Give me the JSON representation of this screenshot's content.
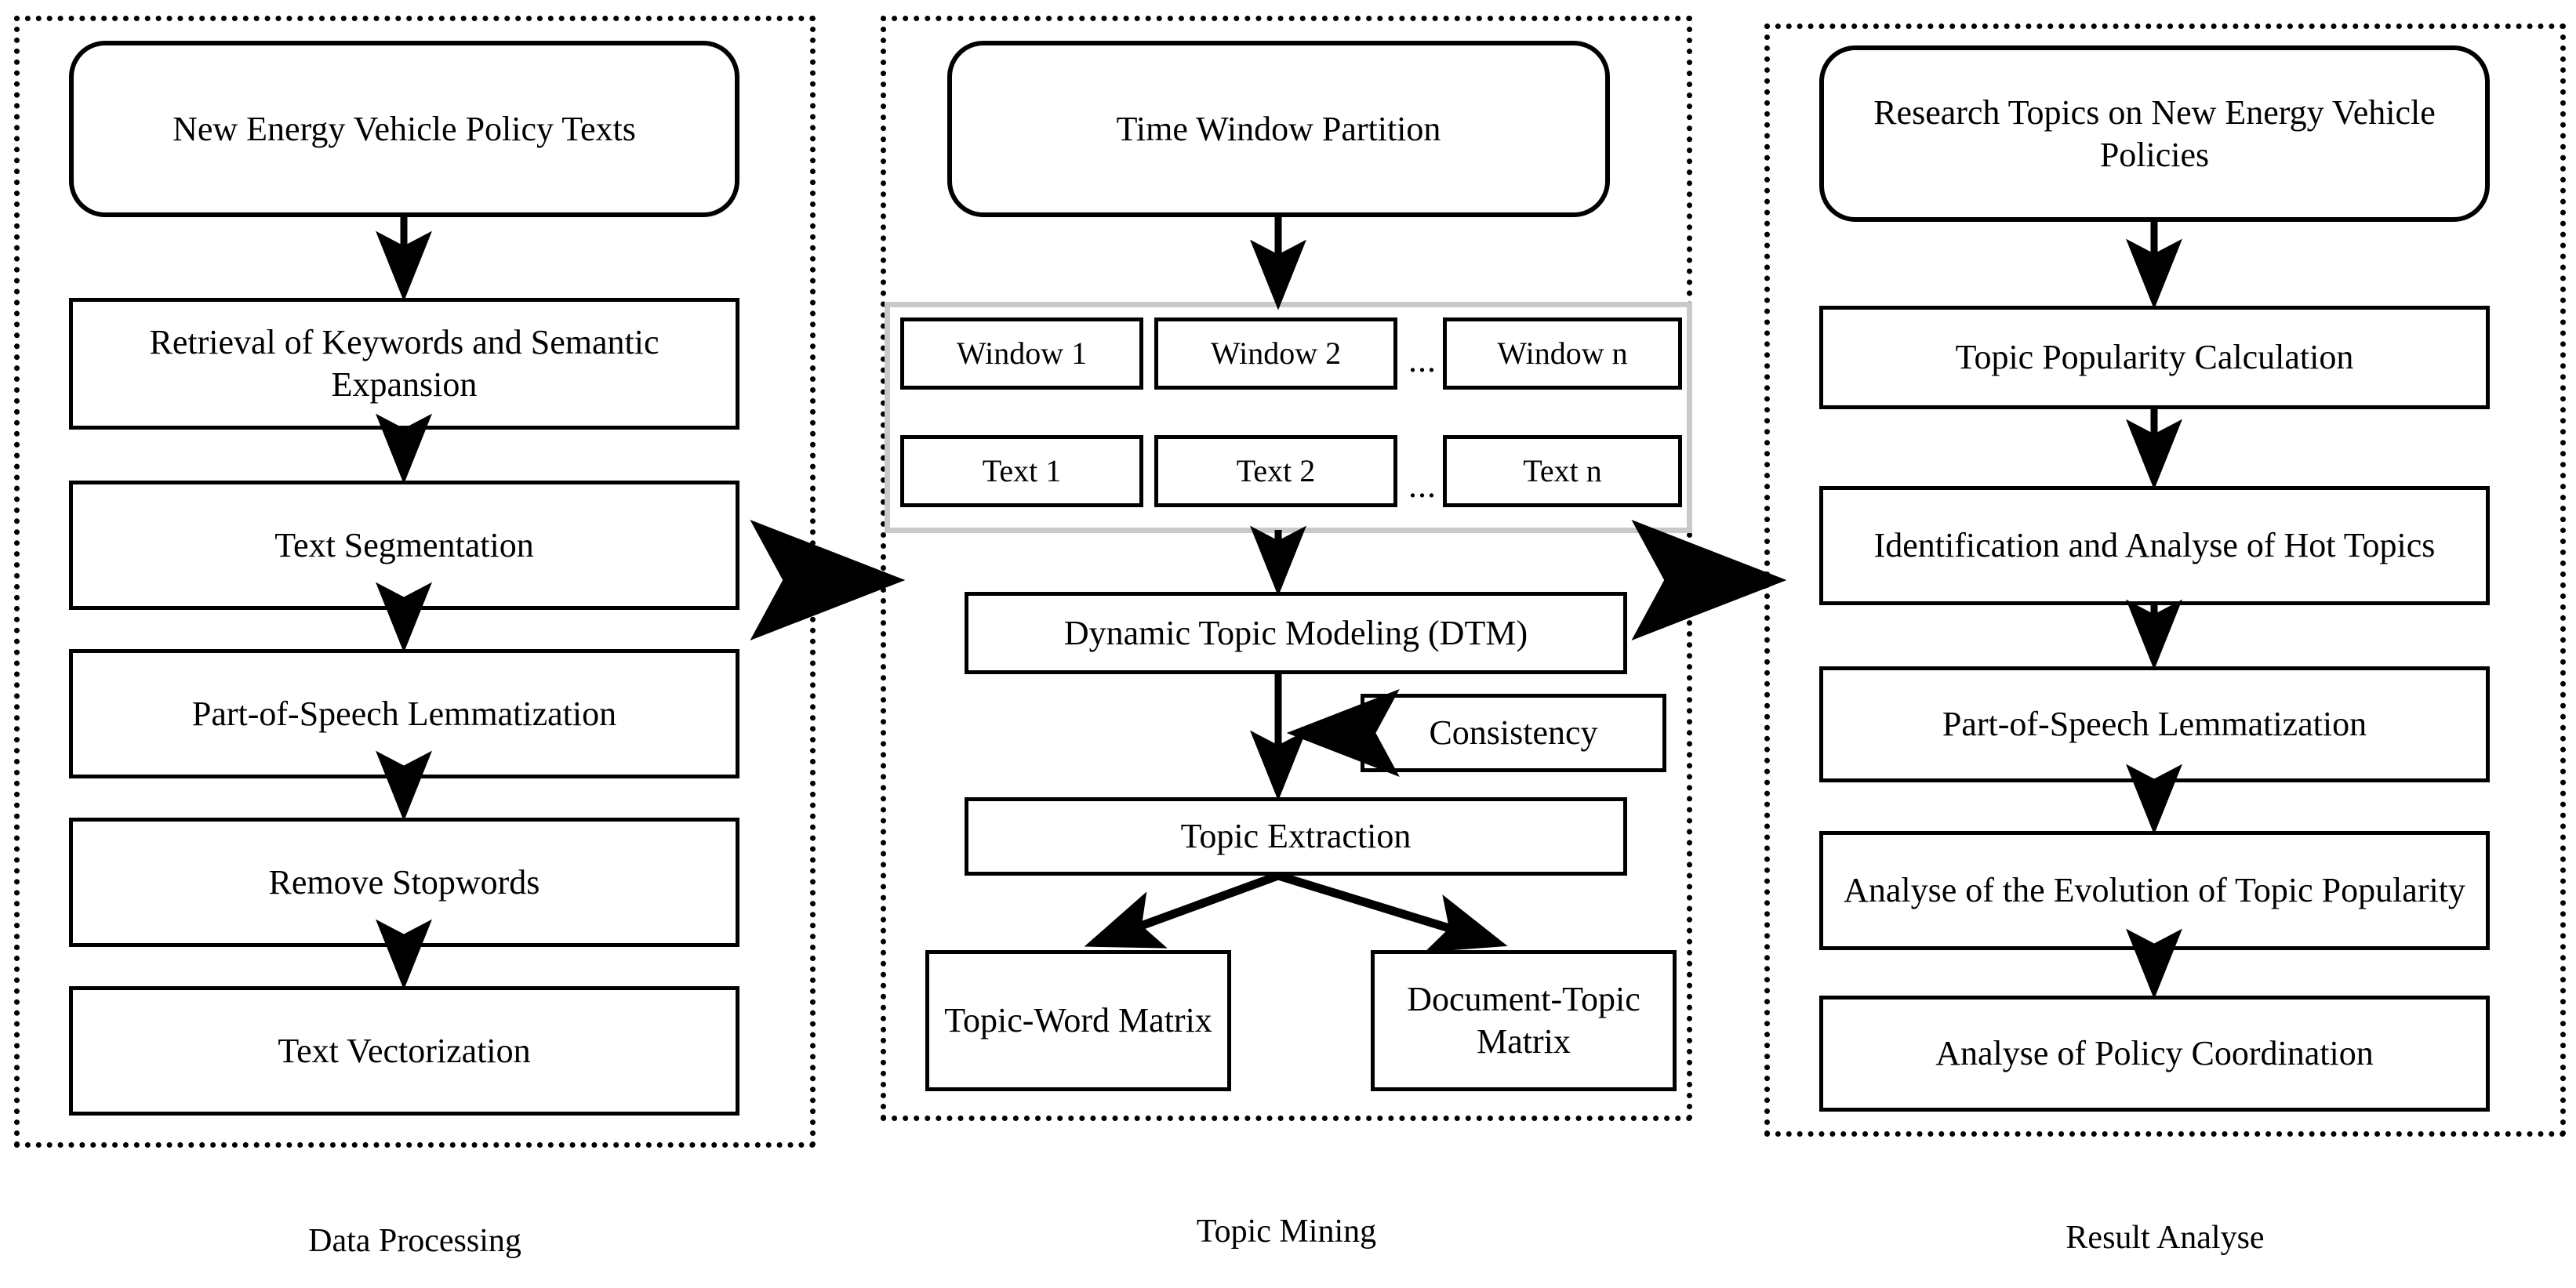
{
  "diagram": {
    "title": "Research framework flowchart for new energy vehicle policy topic mining",
    "columns": [
      {
        "id": "data-processing",
        "caption": "Data Processing",
        "nodes": [
          {
            "id": "nev-policy-texts",
            "label": "New Energy Vehicle Policy Texts",
            "shape": "rounded"
          },
          {
            "id": "retrieval-keywords",
            "label": "Retrieval of Keywords and Semantic Expansion",
            "shape": "rect"
          },
          {
            "id": "text-segmentation",
            "label": "Text Segmentation",
            "shape": "rect"
          },
          {
            "id": "pos-lemmatization",
            "label": "Part-of-Speech Lemmatization",
            "shape": "rect"
          },
          {
            "id": "remove-stopwords",
            "label": "Remove Stopwords",
            "shape": "rect"
          },
          {
            "id": "text-vectorization",
            "label": "Text Vectorization",
            "shape": "rect"
          }
        ]
      },
      {
        "id": "topic-mining",
        "caption": "Topic Mining",
        "nodes": [
          {
            "id": "time-window-partition",
            "label": "Time Window Partition",
            "shape": "rounded"
          },
          {
            "id": "window-1",
            "label": "Window 1",
            "shape": "rect"
          },
          {
            "id": "window-2",
            "label": "Window 2",
            "shape": "rect"
          },
          {
            "id": "window-n",
            "label": "Window n",
            "shape": "rect"
          },
          {
            "id": "text-1",
            "label": "Text 1",
            "shape": "rect"
          },
          {
            "id": "text-2",
            "label": "Text 2",
            "shape": "rect"
          },
          {
            "id": "text-n",
            "label": "Text n",
            "shape": "rect"
          },
          {
            "id": "dtm",
            "label": "Dynamic Topic Modeling (DTM)",
            "shape": "rect"
          },
          {
            "id": "consistency",
            "label": "Consistency",
            "shape": "rect"
          },
          {
            "id": "topic-extraction",
            "label": "Topic Extraction",
            "shape": "rect"
          },
          {
            "id": "topic-word-matrix",
            "label": "Topic-Word Matrix",
            "shape": "rect"
          },
          {
            "id": "document-topic-matrix",
            "label": "Document-Topic Matrix",
            "shape": "rect"
          }
        ],
        "ellipsis_windows": "...",
        "ellipsis_texts": "..."
      },
      {
        "id": "result-analyse",
        "caption": "Result Analyse",
        "nodes": [
          {
            "id": "research-topics",
            "label": "Research Topics on New Energy Vehicle Policies",
            "shape": "rounded"
          },
          {
            "id": "topic-popularity-calc",
            "label": "Topic Popularity Calculation",
            "shape": "rect"
          },
          {
            "id": "identification-hot-topics",
            "label": "Identification and Analyse of Hot Topics",
            "shape": "rect"
          },
          {
            "id": "pos-lemmatization-2",
            "label": "Part-of-Speech Lemmatization",
            "shape": "rect"
          },
          {
            "id": "analyse-evolution",
            "label": "Analyse of the Evolution of Topic Popularity",
            "shape": "rect"
          },
          {
            "id": "analyse-policy-coordination",
            "label": "Analyse of Policy Coordination",
            "shape": "rect"
          }
        ]
      }
    ],
    "colors": {
      "stroke": "#000000",
      "panel_border": "#000000",
      "gray_container": "#c9c9c9",
      "background": "#ffffff"
    }
  }
}
